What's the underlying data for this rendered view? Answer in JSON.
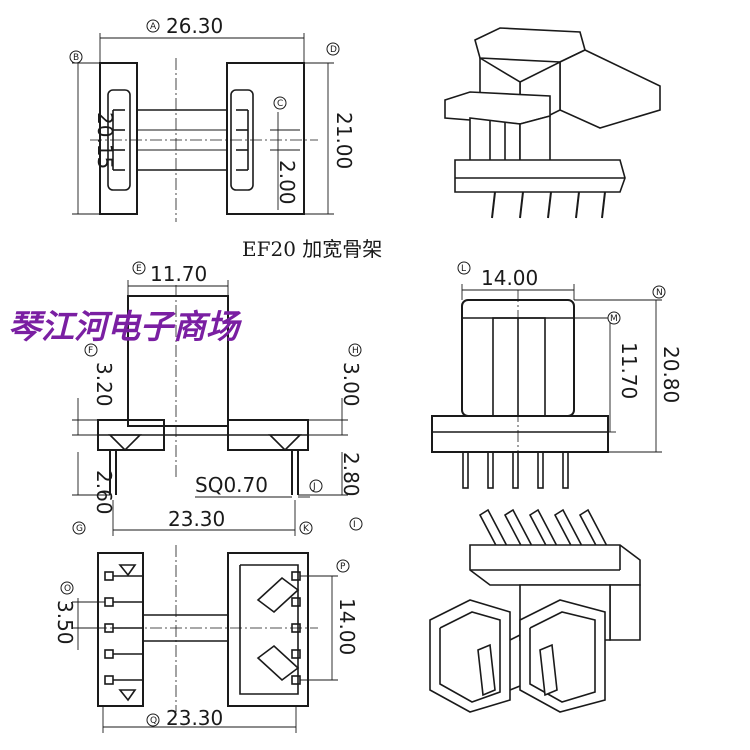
{
  "title": "EF20 加宽骨架",
  "watermark": "琴江河电子商场",
  "dimensions": {
    "A": {
      "tag": "A",
      "value": "26.30"
    },
    "B": {
      "tag": "B",
      "value": "20.15"
    },
    "C": {
      "tag": "C",
      "value": ""
    },
    "D": {
      "tag": "D",
      "value": "21.00"
    },
    "C2": {
      "value": "2.00"
    },
    "E": {
      "tag": "E",
      "value": "11.70"
    },
    "F": {
      "tag": "F",
      "value": "3.20"
    },
    "G": {
      "tag": "G",
      "value": "2.60"
    },
    "H": {
      "tag": "H",
      "value": "3.00"
    },
    "I": {
      "tag": "I",
      "value": "2.80"
    },
    "J": {
      "tag": "J",
      "value": "SQ0.70"
    },
    "K": {
      "tag": "K",
      "value": "23.30"
    },
    "L": {
      "tag": "L",
      "value": "14.00"
    },
    "M": {
      "tag": "M",
      "value": "11.70"
    },
    "N": {
      "tag": "N",
      "value": "20.80"
    },
    "O": {
      "tag": "O",
      "value": "3.50"
    },
    "P": {
      "tag": "P",
      "value": "14.00"
    },
    "Q": {
      "tag": "Q",
      "value": "23.30"
    }
  },
  "colors": {
    "line": "#1a1a1a",
    "watermark": "#7a1fa2",
    "background": "#ffffff"
  }
}
